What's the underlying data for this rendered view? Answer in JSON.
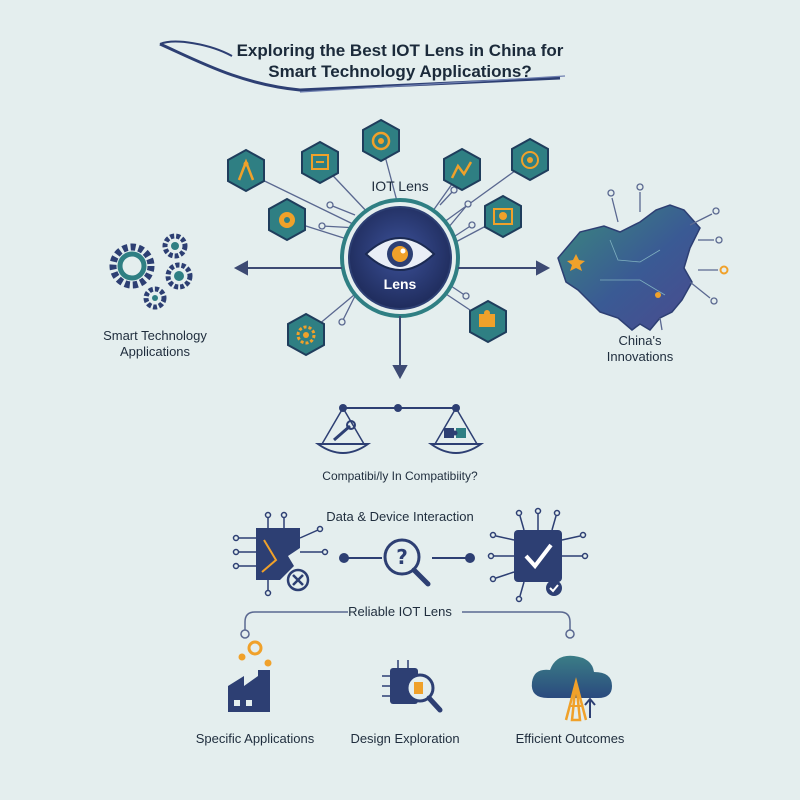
{
  "title": {
    "line1": "Exploring the Best IOT Lens in China for",
    "line2": "Smart Technology Applications?"
  },
  "center": {
    "heading": "IOT Lens",
    "lens_label": "Lens"
  },
  "left_node": {
    "line1": "Smart Technology",
    "line2": "Applications"
  },
  "right_node": {
    "line1": "China's",
    "line2": "Innovations"
  },
  "compatibility": "Compatibi/ly In Compatibiity?",
  "interaction": "Data & Device Interaction",
  "reliable": "Reliable IOT Lens",
  "outcomes": [
    {
      "label": "Specific Applications"
    },
    {
      "label": "Design Exploration"
    },
    {
      "label": "Efficient Outcomes"
    }
  ],
  "colors": {
    "background": "#e4eeee",
    "navy": "#2d3f73",
    "teal": "#2f7f83",
    "orange": "#f0a12a",
    "line": "#5a6890"
  }
}
